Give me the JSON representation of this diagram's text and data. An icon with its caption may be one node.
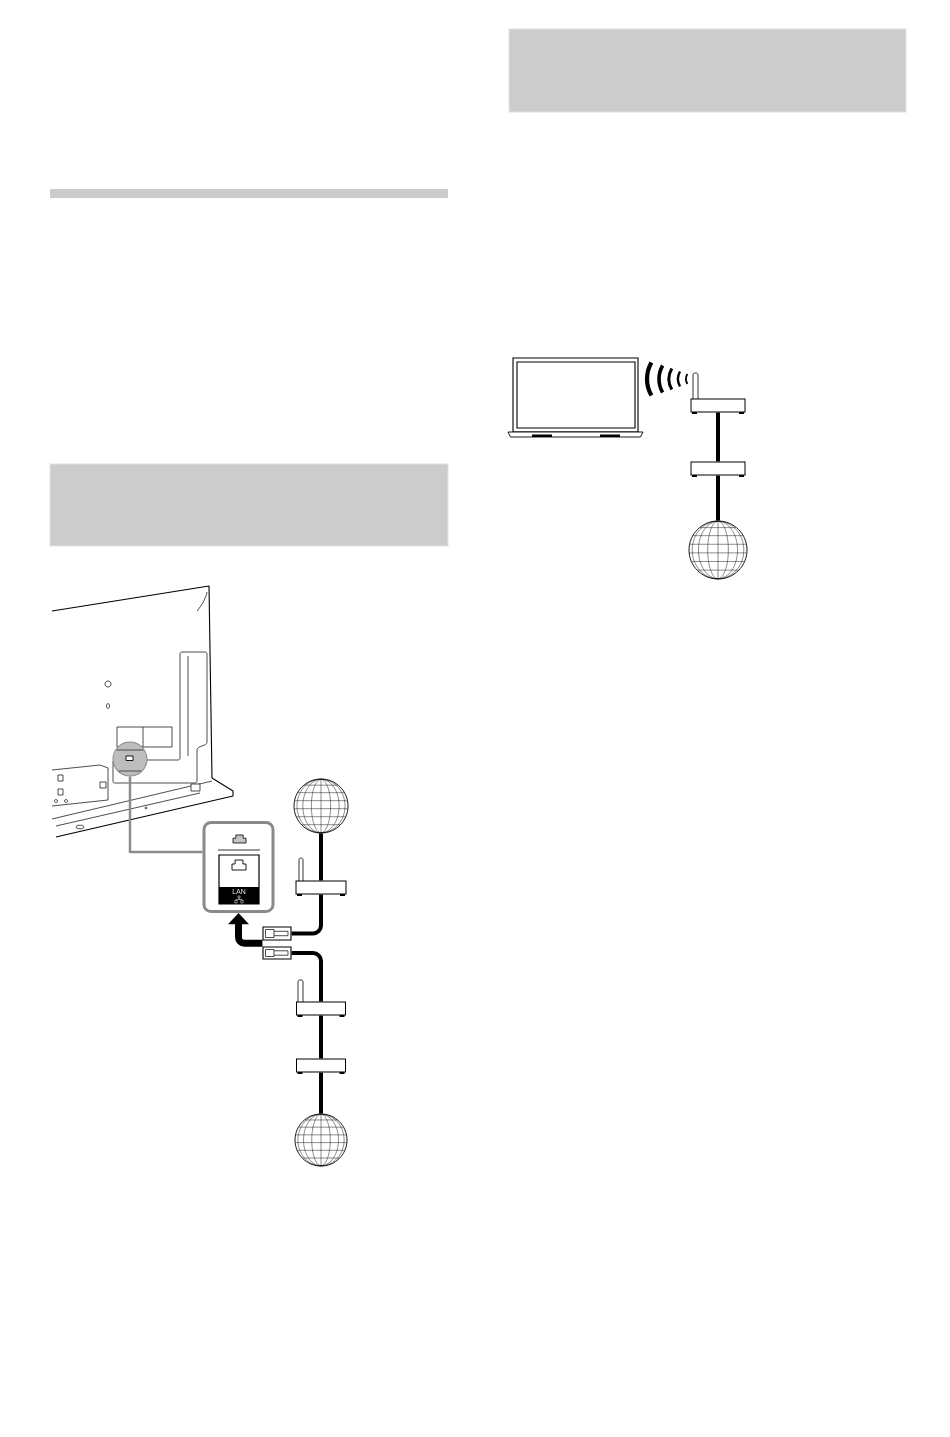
{
  "diagram": {
    "nodes": [
      {
        "text": [],
        "shape": "box"
      },
      {
        "text": [],
        "shape": "picture"
      },
      {
        "text": [],
        "shape": "circle",
        "in": 1
      },
      {
        "text": [],
        "shape": "circle"
      },
      {
        "text": [],
        "shape": "box"
      },
      {
        "text": [
          "LAN"
        ],
        "in": 4
      },
      {
        "text": [],
        "shape": "box"
      },
      {
        "text": [],
        "shape": "box"
      },
      {
        "text": [],
        "shape": "box"
      },
      {
        "text": [],
        "shape": "box"
      },
      {
        "text": [],
        "shape": "box"
      },
      {
        "text": [],
        "shape": "circle"
      },
      {
        "text": [],
        "shape": "box"
      },
      {
        "text": [],
        "shape": "picture"
      },
      {
        "text": [],
        "shape": "box"
      },
      {
        "text": [],
        "shape": "box"
      },
      {
        "text": [],
        "shape": "circle"
      }
    ],
    "edges": [
      {
        "from": 4,
        "to": 2,
        "arrow": "none",
        "color": "#8c8c8c"
      },
      {
        "from": 3,
        "to": 6,
        "arrow": "none"
      },
      {
        "from": 6,
        "to": 7,
        "arrow": "none"
      },
      {
        "from": 7,
        "to": 4,
        "arrow": "to"
      },
      {
        "from": 8,
        "to": 4,
        "arrow": "to"
      },
      {
        "from": 8,
        "to": 9,
        "arrow": "none"
      },
      {
        "from": 9,
        "to": 10,
        "arrow": "none"
      },
      {
        "from": 10,
        "to": 11,
        "arrow": "none"
      },
      {
        "from": 14,
        "to": 15,
        "arrow": "none"
      },
      {
        "from": 15,
        "to": 16,
        "arrow": "none"
      }
    ]
  }
}
